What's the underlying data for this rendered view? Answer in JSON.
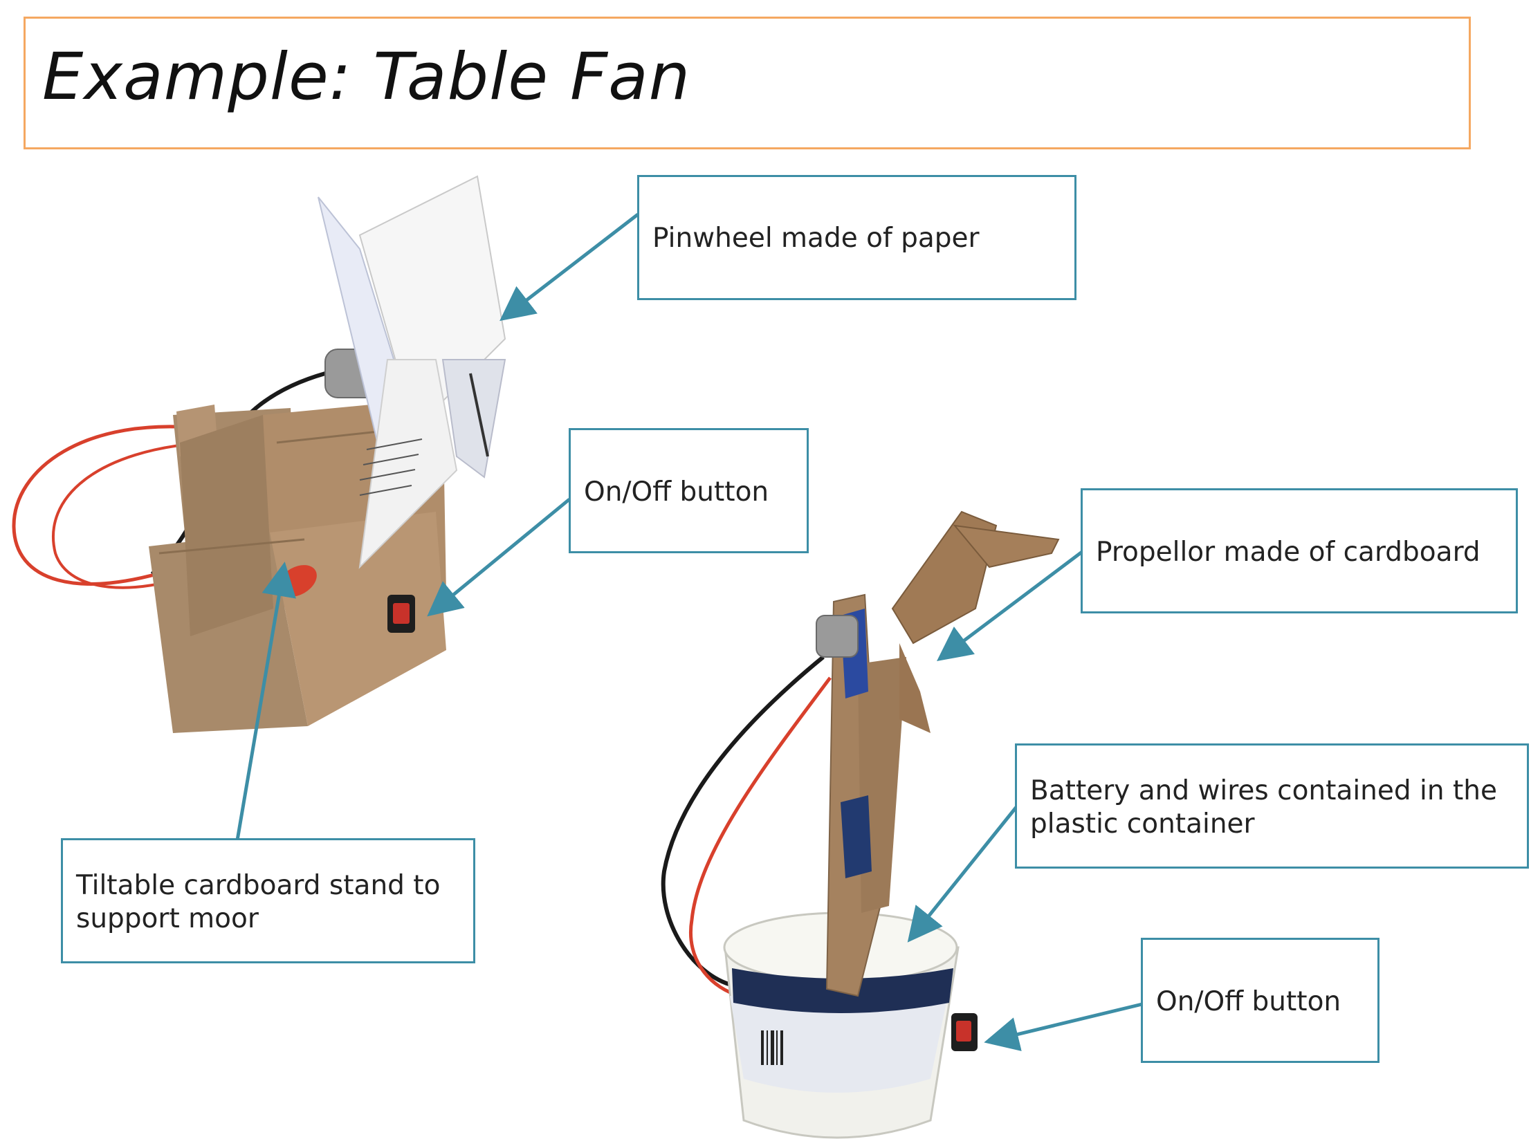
{
  "slide": {
    "title": "Example: Table Fan",
    "accent_color": "#f5a861",
    "callout_color": "#3d8ea6"
  },
  "fan_one": {
    "pinwheel_label": "Pinwheel made of paper",
    "switch_label": "On/Off button",
    "stand_label": "Tiltable cardboard stand to support moor"
  },
  "fan_two": {
    "propeller_label": "Propellor made of cardboard",
    "battery_label": "Battery and wires contained in the plastic container",
    "switch_label": "On/Off button"
  }
}
